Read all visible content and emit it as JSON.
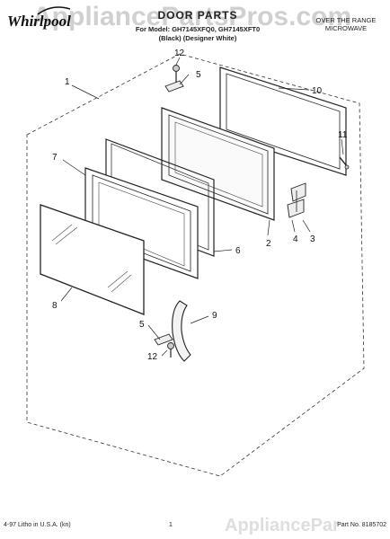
{
  "header": {
    "brand": "Whirlpool",
    "title": "DOOR PARTS",
    "for_model": "For Model: GH7145XFQ0, GH7145XFT0",
    "colors": "(Black) (Designer White)",
    "product_line1": "OVER THE RANGE",
    "product_line2": "MICROWAVE",
    "watermark": "AppliancePartsPros.com"
  },
  "footer": {
    "left": "4-97 Litho in U.S.A. (kn)",
    "page": "1",
    "part_no": "Part No. 8185702",
    "watermark": "AppliancePar"
  },
  "callouts": [
    {
      "id": "c1",
      "text": "1"
    },
    {
      "id": "c2",
      "text": "2"
    },
    {
      "id": "c3",
      "text": "3"
    },
    {
      "id": "c4",
      "text": "4"
    },
    {
      "id": "c5a",
      "text": "5"
    },
    {
      "id": "c5b",
      "text": "5"
    },
    {
      "id": "c6",
      "text": "6"
    },
    {
      "id": "c7",
      "text": "7"
    },
    {
      "id": "c8",
      "text": "8"
    },
    {
      "id": "c9",
      "text": "9"
    },
    {
      "id": "c10",
      "text": "10"
    },
    {
      "id": "c11",
      "text": "11"
    },
    {
      "id": "c12a",
      "text": "12"
    },
    {
      "id": "c12b",
      "text": "12"
    }
  ]
}
